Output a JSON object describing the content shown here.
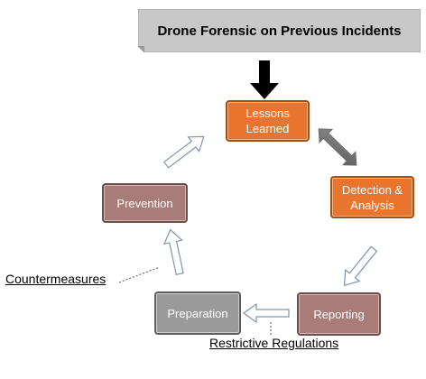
{
  "title": "Drone Forensic on Previous Incidents",
  "nodes": {
    "lessons_learned": "Lessons Learned",
    "detection_analysis": "Detection & Analysis",
    "reporting": "Reporting",
    "preparation": "Preparation",
    "prevention": "Prevention"
  },
  "annotations": {
    "countermeasures": "Countermeasures",
    "restrictive_regulations": "Restrictive Regulations"
  },
  "colors": {
    "orange": "#e8742e",
    "mauve": "#a87c78",
    "gray": "#9a9a9a",
    "title_fill": "#c8c8c8"
  }
}
